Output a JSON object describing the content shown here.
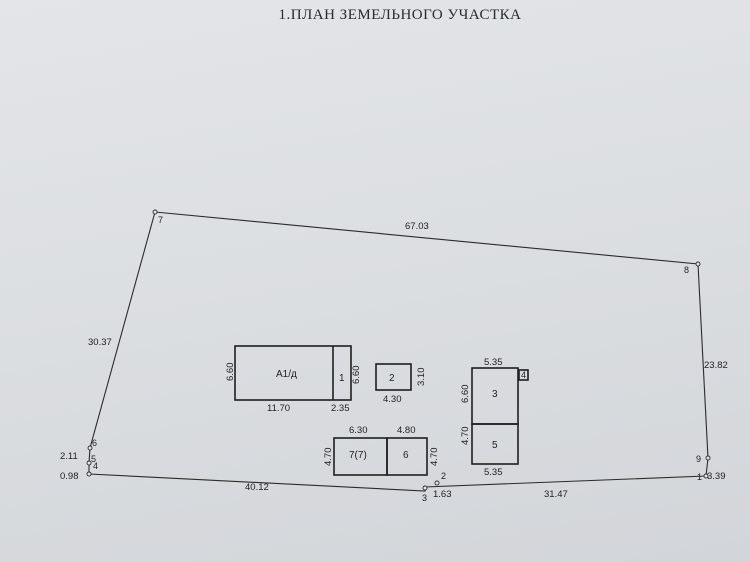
{
  "title": "1.ПЛАН ЗЕМЕЛЬНОГО УЧАСТКА",
  "boundary": {
    "points": [
      "1",
      "2",
      "3",
      "4",
      "5",
      "6",
      "7",
      "8",
      "9"
    ],
    "lengths": {
      "p7_p8": "67.03",
      "p8_p9": "23.82",
      "p9_p1": "3.39",
      "p1_p2": "31.47",
      "p2_p3": "1.63",
      "p3_p4": "40.12",
      "p4_p5": "0.98",
      "p5_p6": "2.11",
      "p6_p7": "30.37"
    }
  },
  "buildings": {
    "a1": {
      "label": "А1/д",
      "width": "11.70",
      "height": "6.60"
    },
    "b1": {
      "label": "1",
      "width": "2.35",
      "height": "6.60"
    },
    "b2": {
      "label": "2",
      "width": "4.30",
      "height": "3.10"
    },
    "b3": {
      "label": "3",
      "width": "5.35",
      "height": "6.60"
    },
    "b4": {
      "label": "4"
    },
    "b5": {
      "label": "5",
      "width": "5.35",
      "height": "4.70"
    },
    "b6": {
      "label": "6",
      "width": "4.80",
      "height": "4.70"
    },
    "b7": {
      "label": "7(7)",
      "width": "6.30",
      "height": "4.70"
    }
  },
  "colors": {
    "line": "#2b2b2b",
    "paper": "#dfe1e4"
  }
}
